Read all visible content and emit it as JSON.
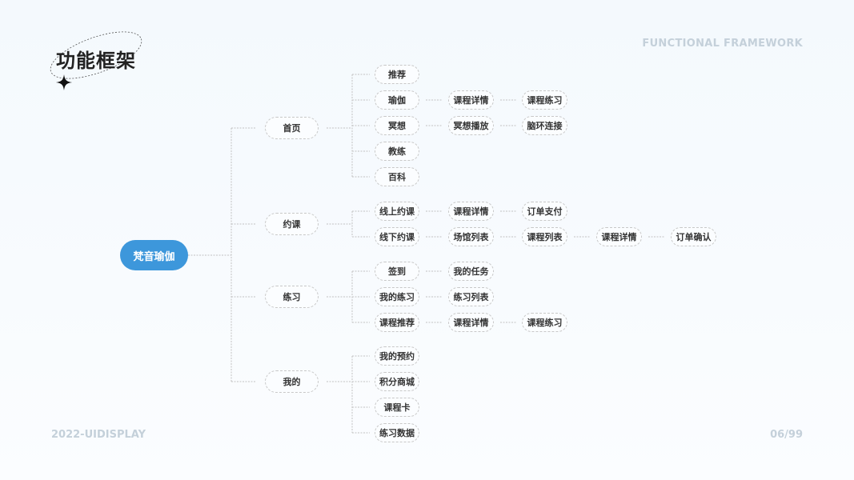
{
  "header": {
    "title": "功能框架",
    "subtitle_en": "FUNCTIONAL FRAMEWORK"
  },
  "footer": {
    "brand": "2022-UIDISPLAY",
    "page": "06/99"
  },
  "colors": {
    "root_fill": "#3d97db",
    "node_border": "#c8c8c8",
    "muted_text": "#c4d0da",
    "title_text": "#222222"
  },
  "tree": {
    "label": "梵音瑜伽",
    "children": [
      {
        "label": "首页",
        "children": [
          {
            "label": "推荐"
          },
          {
            "label": "瑜伽",
            "chain": [
              "课程详情",
              "课程练习"
            ]
          },
          {
            "label": "冥想",
            "chain": [
              "冥想播放",
              "脑环连接"
            ]
          },
          {
            "label": "教练"
          },
          {
            "label": "百科"
          }
        ]
      },
      {
        "label": "约课",
        "children": [
          {
            "label": "线上约课",
            "chain": [
              "课程详情",
              "订单支付"
            ]
          },
          {
            "label": "线下约课",
            "chain": [
              "场馆列表",
              "课程列表",
              "课程详情",
              "订单确认"
            ]
          }
        ]
      },
      {
        "label": "练习",
        "children": [
          {
            "label": "签到",
            "chain": [
              "我的任务"
            ]
          },
          {
            "label": "我的练习",
            "chain": [
              "练习列表"
            ]
          },
          {
            "label": "课程推荐",
            "chain": [
              "课程详情",
              "课程练习"
            ]
          }
        ]
      },
      {
        "label": "我的",
        "children": [
          {
            "label": "我的预约"
          },
          {
            "label": "积分商城"
          },
          {
            "label": "课程卡"
          },
          {
            "label": "练习数据"
          }
        ]
      }
    ]
  }
}
